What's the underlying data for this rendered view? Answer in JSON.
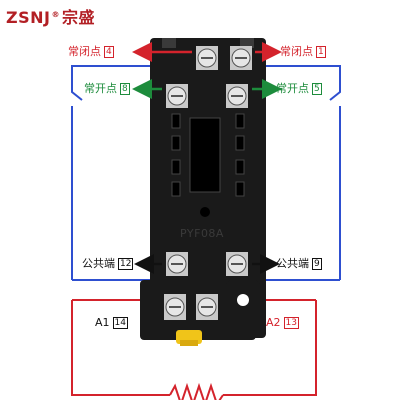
{
  "brand": {
    "name": "ZSNJ",
    "registered": "®",
    "chinese": "宗盛",
    "color": "#b21f24"
  },
  "model": "PYF08A",
  "terminals": {
    "top_left": {
      "label": "常闭点",
      "number": "4"
    },
    "top_right": {
      "label": "常闭点",
      "number": "1"
    },
    "mid_left": {
      "label": "常开点",
      "number": "8"
    },
    "mid_right": {
      "label": "常开点",
      "number": "5"
    },
    "low_left": {
      "label": "公共端",
      "number": "12"
    },
    "low_right": {
      "label": "公共端",
      "number": "9"
    },
    "coil_left": {
      "label": "A1",
      "number": "14"
    },
    "coil_right": {
      "label": "A2",
      "number": "13"
    }
  },
  "colors": {
    "normally_closed": "#d4232c",
    "normally_open": "#1d8c3c",
    "common": "#111111",
    "contact_circuit": "#2e4fd0",
    "coil_circuit": "#d4232c",
    "socket_body": "#1a1a1a"
  }
}
